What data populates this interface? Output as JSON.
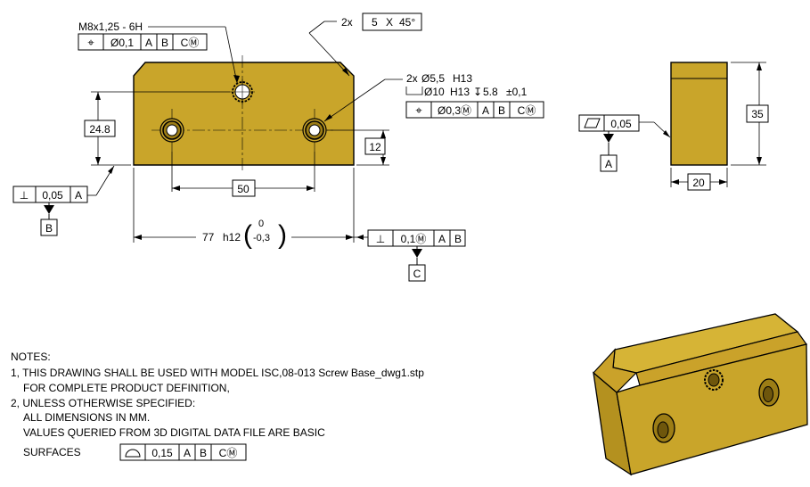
{
  "colors": {
    "part_fill": "#c9a52a",
    "part_side": "#b4911f",
    "part_top": "#d6b436",
    "line": "#000000"
  },
  "thread_callout": {
    "size": "M8x1,25 - 6H",
    "fcf": [
      "⌖",
      "Ø0,1",
      "A",
      "B",
      "CⓂ"
    ]
  },
  "chamfer": {
    "count": "2x",
    "size": "5",
    "x": "X",
    "angle": "45°"
  },
  "hole_callout": {
    "line1_count": "2x",
    "line1_dia": "Ø5,5",
    "line1_tol": "H13",
    "line2_cbore": "⌴",
    "line2_dia": "Ø10",
    "line2_tol": "H13",
    "line2_depth_sym": "↧",
    "line2_depth": "5.8",
    "line2_depth_tol": "±0,1",
    "fcf": [
      "⌖",
      "Ø0,3Ⓜ",
      "A",
      "B",
      "CⓂ"
    ]
  },
  "dims": {
    "height_left": "24.8",
    "height_right": "12",
    "hole_spacing": "50",
    "length_value": "77",
    "length_tol_class": "h12",
    "length_upper": "0",
    "length_lower": "-0,3",
    "side_height": "35",
    "side_width": "20"
  },
  "datum_b_fcf": [
    "⊥",
    "0,05",
    "A"
  ],
  "datum_b": "B",
  "datum_c_fcf": [
    "⊥",
    "0,1Ⓜ",
    "A",
    "B"
  ],
  "datum_c": "C",
  "datum_a_fcf": [
    "▱",
    "0,05"
  ],
  "datum_a": "A",
  "notes": {
    "title": "NOTES:",
    "line1": "1, THIS DRAWING SHALL BE USED WITH MODEL ISC,08-013 Screw Base_dwg1.stp",
    "line2": "FOR COMPLETE PRODUCT DEFINITION,",
    "line3": "2, UNLESS OTHERWISE SPECIFIED:",
    "line4": "ALL DIMENSIONS IN MM.",
    "line5": "VALUES QUERIED FROM 3D DIGITAL DATA FILE ARE BASIC",
    "surfaces_label": "SURFACES",
    "surfaces_fcf": [
      "⌓",
      "0,15",
      "A",
      "B",
      "CⓂ"
    ]
  }
}
